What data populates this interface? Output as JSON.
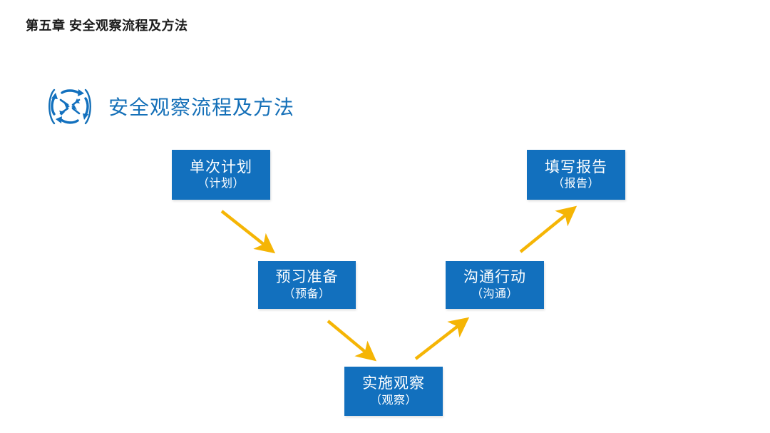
{
  "slide": {
    "header": "第五章 安全观察流程及方法",
    "section_icon_name": "circular-arrows-process-icon",
    "section_title": "安全观察流程及方法"
  },
  "colors": {
    "node_fill": "#1270be",
    "node_text": "#ffffff",
    "arrow": "#f5b505",
    "title_blue": "#1570b8",
    "header_text": "#1c1c1c",
    "background": "#ffffff"
  },
  "diagram": {
    "type": "process-flow",
    "nodes": [
      {
        "id": "plan",
        "title": "单次计划",
        "sub": "（计划）"
      },
      {
        "id": "prepare",
        "title": "预习准备",
        "sub": "（预备）"
      },
      {
        "id": "observe",
        "title": "实施观察",
        "sub": "（观察）"
      },
      {
        "id": "commune",
        "title": "沟通行动",
        "sub": "（沟通）"
      },
      {
        "id": "report",
        "title": "填写报告",
        "sub": "（报告）"
      }
    ],
    "connectors": [
      {
        "from": "plan",
        "to": "prepare",
        "direction": "down-right"
      },
      {
        "from": "prepare",
        "to": "observe",
        "direction": "down-right"
      },
      {
        "from": "observe",
        "to": "commune",
        "direction": "up-right"
      },
      {
        "from": "commune",
        "to": "report",
        "direction": "up-right"
      }
    ]
  }
}
